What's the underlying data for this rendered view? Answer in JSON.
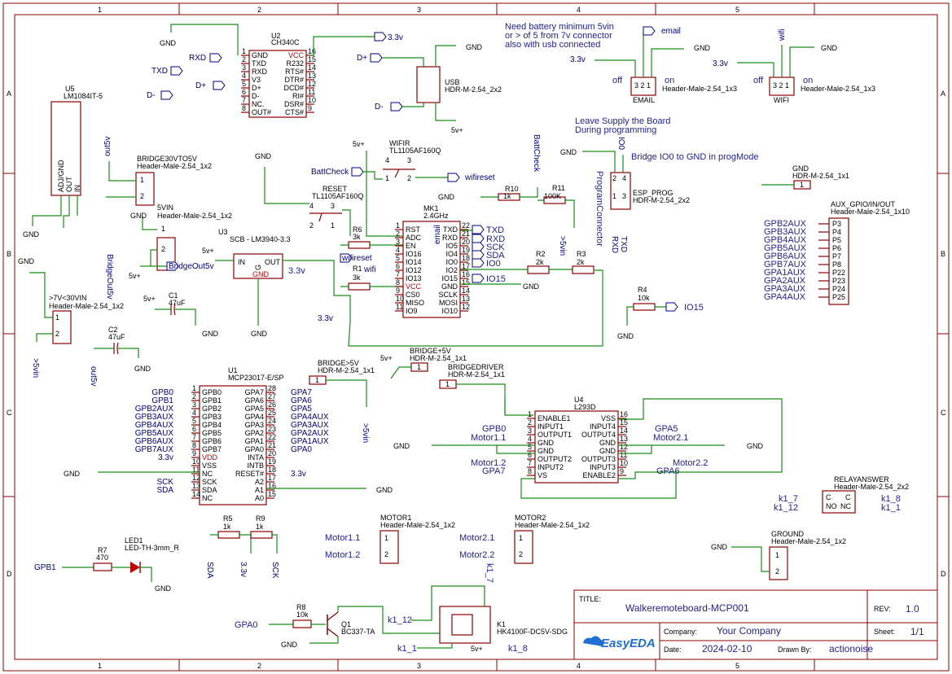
{
  "title_block": {
    "title_label": "TITLE:",
    "title": "Walkeremoteboard-MCP001",
    "rev_label": "REV:",
    "rev": "1.0",
    "company_label": "Company:",
    "company": "Your Company",
    "sheet_label": "Sheet:",
    "sheet": "1/1",
    "date_label": "Date:",
    "date": "2024-02-10",
    "drawn_label": "Drawn By:",
    "drawn": "actionoise",
    "logo": "EasyEDA"
  },
  "notes": {
    "battery1": "Need battery minimum 5vin",
    "battery2": "or > of 5 from 7v connector",
    "battery3": "also with usb connected",
    "leave1": "Leave Supply the Board",
    "leave2": "During programming",
    "bridge": "Bridge IO0 to GND in progMode"
  },
  "frame": {
    "cols": [
      "1",
      "2",
      "3",
      "4",
      "5"
    ],
    "rows": [
      "A",
      "B",
      "C",
      "D"
    ]
  },
  "components": {
    "u5": {
      "ref": "U5",
      "val": "LM1084IT-5",
      "p1": "ADJ/GND",
      "p2": "OUT",
      "p3": "IN"
    },
    "u2": {
      "ref": "U2",
      "val": "CH340C",
      "l": [
        "GND",
        "TXD",
        "RXD",
        "V3",
        "D+",
        "D-",
        "NC.",
        "OUT#"
      ],
      "r": [
        "VCC",
        "R232",
        "RTS#",
        "DTR#",
        "DCD#",
        "RI#",
        "DSR#",
        "CTS#"
      ],
      "ln": [
        "1",
        "2",
        "3",
        "4",
        "5",
        "6",
        "7",
        "8"
      ],
      "rn": [
        "16",
        "15",
        "14",
        "13",
        "12",
        "11",
        "10",
        "9"
      ]
    },
    "usb": {
      "ref": "USB",
      "val": "HDR-M-2.54_2x2"
    },
    "bridge30": {
      "ref": "BRIDGE30VTO5V",
      "val": "Header-Male-2.54_1x2"
    },
    "vin5": {
      "ref": "5VIN",
      "val": "Header-Male-2.54_1x2"
    },
    "u3": {
      "ref": "U3",
      "val": "SCB - LM3940-3.3",
      "in": "IN",
      "out": "OUT",
      "gnd": "GND",
      "g": "G",
      "v": "3.3v"
    },
    "c1": {
      "ref": "C1",
      "val": "47uF"
    },
    "c2": {
      "ref": "C2",
      "val": "47uF"
    },
    "vin7": {
      "ref": ">7V<30VIN",
      "val": "Header-Male-2.54_1x2"
    },
    "reset": {
      "ref": "RESET",
      "val": "TL1105AF160Q"
    },
    "wifir": {
      "ref": "WIFIR",
      "val": "TL1105AF160Q"
    },
    "mk1": {
      "ref": "MK1",
      "val": "2.4GHz",
      "l": [
        "RST",
        "ADC",
        "EN",
        "IO16",
        "IO14",
        "IO12",
        "IO13",
        "VCC",
        "CS0",
        "MISO",
        "IO9"
      ],
      "r": [
        "TXD",
        "RXD",
        "IO5",
        "IO4",
        "IO0",
        "IO2",
        "IO15",
        "GND",
        "SCLK",
        "MOSI",
        "IO10"
      ],
      "ln": [
        "1",
        "2",
        "3",
        "4",
        "5",
        "6",
        "7",
        "8",
        "9",
        "10",
        "11"
      ],
      "rn": [
        "22",
        "21",
        "20",
        "19",
        "18",
        "17",
        "16",
        "15",
        "14",
        "13",
        "12"
      ]
    },
    "u1": {
      "ref": "U1",
      "val": "MCP23017-E/SP",
      "l": [
        "GPB0",
        "GPB1",
        "GPB2",
        "GPB3",
        "GPB4",
        "GPB5",
        "GPB6",
        "GPB7",
        "VDD",
        "VSS",
        "NC",
        "SCK",
        "SDA",
        "NC"
      ],
      "r": [
        "GPA7",
        "GPA6",
        "GPA5",
        "GPA4",
        "GPA3",
        "GPA2",
        "GPA1",
        "GPA0",
        "INTA",
        "INTB",
        "RESET#",
        "A2",
        "A1",
        "A0"
      ],
      "ln": [
        "1",
        "2",
        "3",
        "4",
        "5",
        "6",
        "7",
        "8",
        "9",
        "10",
        "11",
        "12",
        "13",
        "14"
      ],
      "rn": [
        "28",
        "27",
        "26",
        "25",
        "24",
        "23",
        "22",
        "21",
        "20",
        "19",
        "18",
        "17",
        "16",
        "15"
      ]
    },
    "u4": {
      "ref": "U4",
      "val": "L293D",
      "l": [
        "ENABLE1",
        "INPUT1",
        "OUTPUT1",
        "GND",
        "GND",
        "OUTPUT2",
        "INPUT2",
        "VS"
      ],
      "r": [
        "VSS",
        "INPUT4",
        "OUTPUT4",
        "GND",
        "GND",
        "OUTPUT3",
        "INPUT3",
        "ENABLE2"
      ],
      "ln": [
        "1",
        "2",
        "3",
        "4",
        "5",
        "6",
        "7",
        "8"
      ],
      "rn": [
        "16",
        "15",
        "14",
        "13",
        "12",
        "11",
        "10",
        "9"
      ]
    },
    "esp": {
      "ref": "ESP_PROG",
      "val": "HDR-M-2.54_2x2"
    },
    "gnd_hdr": {
      "ref": "GND",
      "val": "HDR-M-2.54_1x1"
    },
    "aux": {
      "ref": "AUX_GPIO/IN/OUT",
      "val": "Header-Male-2.54_1x10",
      "pins": [
        "P3",
        "P4",
        "P5",
        "P6",
        "P7",
        "P8",
        "P22",
        "P23",
        "P24",
        "P25"
      ],
      "nets": [
        "GPB2AUX",
        "GPB3AUX",
        "GPB4AUX",
        "GPB5AUX",
        "GPB6AUX",
        "GPB7AUX",
        "GPA1AUX",
        "GPA2AUX",
        "GPA3AUX",
        "GPA4AUX"
      ]
    },
    "email": {
      "ref": "EMAIL",
      "val": "Header-Male-2.54_1x3"
    },
    "wifi": {
      "ref": "WIFI",
      "val": "Header-Male-2.54_1x3"
    },
    "br5": {
      "ref": "BRIDGE>5V",
      "val": "HDR-M-2.54_1x1"
    },
    "brp5": {
      "ref": "BRIDGE+5V",
      "val": "HDR-M-2.54_1x1"
    },
    "brd": {
      "ref": "BRIDGEDRIVER",
      "val": "HDR-M-2.54_1x1"
    },
    "motor1": {
      "ref": "MOTOR1",
      "val": "Header-Male-2.54_1x2"
    },
    "motor2": {
      "ref": "MOTOR2",
      "val": "Header-Male-2.54_1x2"
    },
    "relay": {
      "ref": "RELAYANSWER",
      "val": "Header-Male-2.54_2x2"
    },
    "ground": {
      "ref": "GROUND",
      "val": "Header-Male-2.54_1x2"
    },
    "led1": {
      "ref": "LED1",
      "val": "LED-TH-3mm_R"
    },
    "r7": {
      "ref": "R7",
      "val": "470"
    },
    "r8": {
      "ref": "R8",
      "val": "10k"
    },
    "q1": {
      "ref": "Q1",
      "val": "BC337-TA"
    },
    "k1": {
      "ref": "K1",
      "val": "HK4100F-DC5V-SDG"
    },
    "r5": {
      "ref": "R5",
      "val": "1k"
    },
    "r9": {
      "ref": "R9",
      "val": "1k"
    },
    "r6": {
      "ref": "R6",
      "val": "3k"
    },
    "r1": {
      "ref": "R1",
      "val": "3k"
    },
    "r10": {
      "ref": "R10",
      "val": "1k"
    },
    "r11": {
      "ref": "R11",
      "val": "100K"
    },
    "r2": {
      "ref": "R2",
      "val": "2k"
    },
    "r3": {
      "ref": "R3",
      "val": "2k"
    },
    "r4": {
      "ref": "R4",
      "val": "10k"
    },
    "progconn": "ProgramConnector"
  },
  "nets": {
    "gnd": "GND",
    "v33": "3.3v",
    "v5": "5v+",
    "txd": "TXD",
    "rxd": "RXD",
    "dp": "D+",
    "dm": "D-",
    "out5v": "out5v",
    "gt5vin": ">5vin",
    "bridgeout5v": "BridgeOut5v",
    "battcheck": "BattCheck",
    "wifireset": "wifireset",
    "wifi": "wifi",
    "email": "email",
    "sck": "SCK",
    "sda": "SDA",
    "io0": "IO0",
    "io15": "IO15",
    "off": "off",
    "on": "on",
    "gpb0": "GPB0",
    "gpb1": "GPB1",
    "gpa0": "GPA0",
    "gpa5": "GPA5",
    "gpa6": "GPA6",
    "gpa7": "GPA7",
    "m11": "Motor1.1",
    "m12": "Motor1.2",
    "m21": "Motor2.1",
    "m22": "Motor2.2",
    "k17": "k1_7",
    "k18": "k1_8",
    "k11": "k1_1",
    "k12": "k1_12"
  }
}
